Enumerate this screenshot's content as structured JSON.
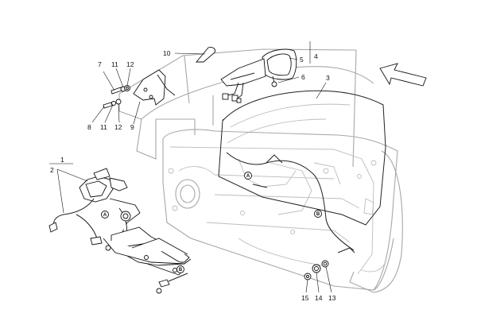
{
  "diagram": {
    "callouts": [
      "1",
      "2",
      "3",
      "4",
      "5",
      "6",
      "7",
      "8",
      "9",
      "10",
      "11",
      "11",
      "12",
      "12",
      "13",
      "14",
      "15"
    ],
    "markers": [
      "A",
      "A",
      "B",
      "B"
    ]
  },
  "colors": {
    "line": "#111111",
    "ghost": "#a7a7a7",
    "background": "#ffffff"
  },
  "icons": {
    "direction": "arrow-icon"
  }
}
